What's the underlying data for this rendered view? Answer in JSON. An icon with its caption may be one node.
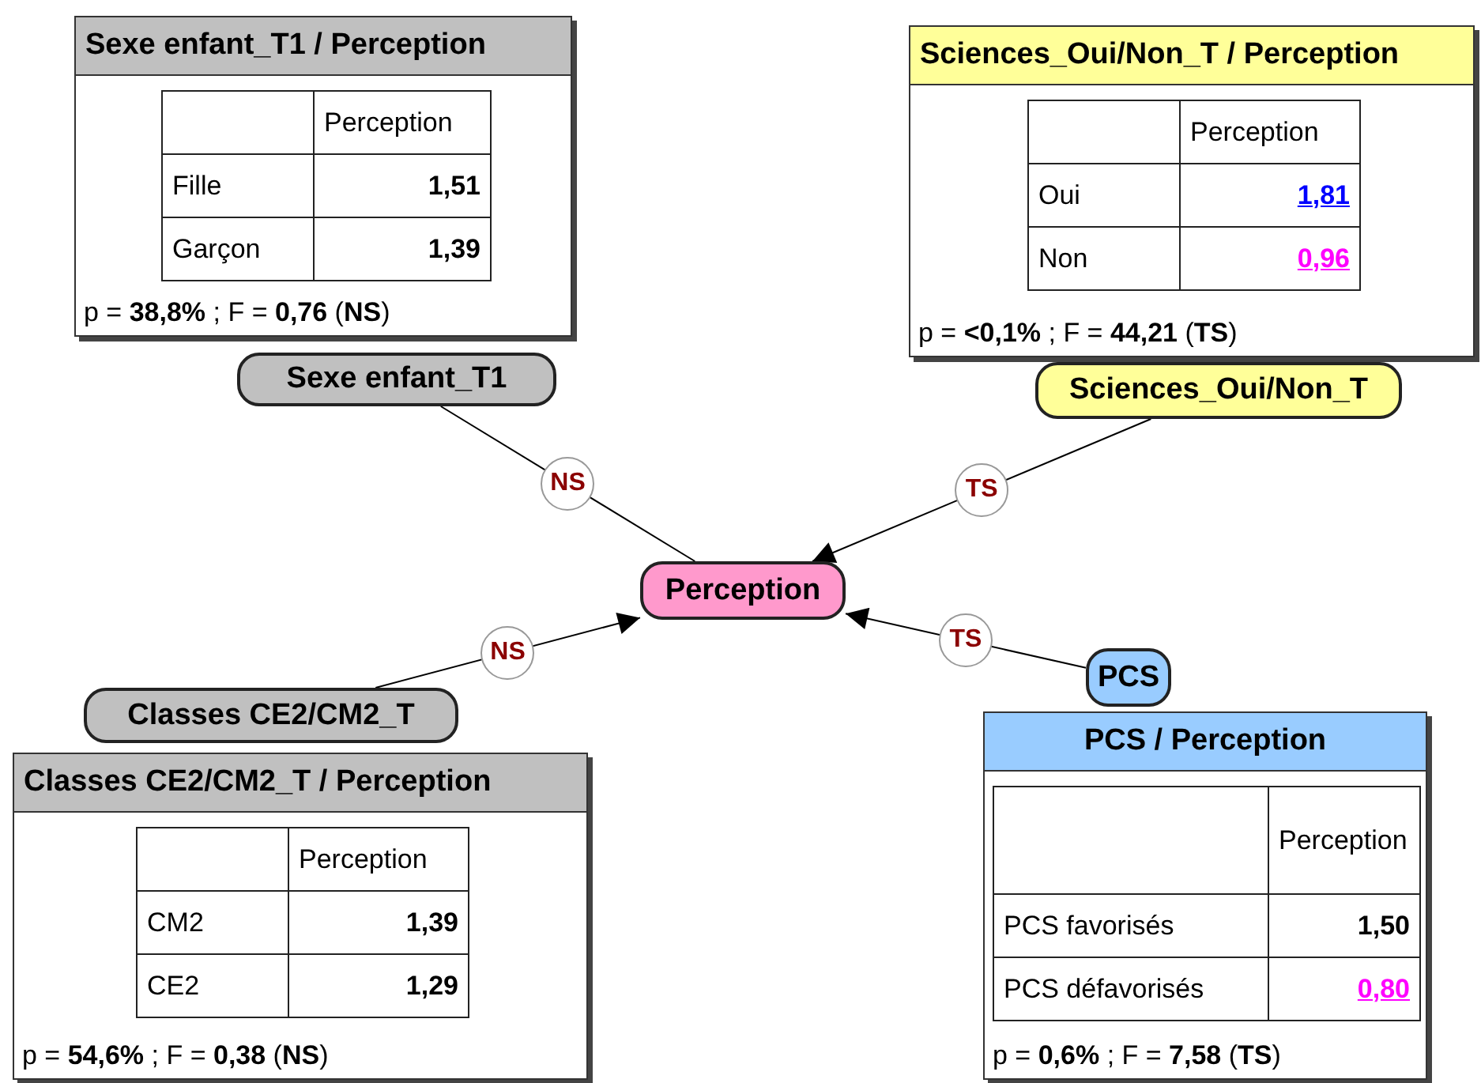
{
  "diagram": {
    "nodes": [
      {
        "text": [
          "Sexe enfant_T1 / Perception",
          "Perception",
          "Fille",
          "1,51",
          "Garçon",
          "1,39",
          "p = **38,8%** ; F = **0,76** (**NS**)"
        ]
      },
      {
        "text": [
          "Sexe enfant_T1"
        ]
      },
      {
        "text": [
          "Sciences_Oui/Non_T / Perception",
          "Perception",
          "Oui",
          "1,81",
          "Non",
          "0,96",
          "p = **<0,1%** ; F = **44,21** (**TS**)"
        ]
      },
      {
        "text": [
          "Sciences_Oui/Non_T"
        ]
      },
      {
        "text": [
          "Perception"
        ]
      },
      {
        "text": [
          "Classes CE2/CM2_T"
        ]
      },
      {
        "text": [
          "Classes CE2/CM2_T / Perception",
          "Perception",
          "CM2",
          "1,39",
          "CE2",
          "1,29",
          "p = **54,6%** ; F = **0,38** (**NS**)"
        ]
      },
      {
        "text": [
          "PCS"
        ]
      },
      {
        "text": [
          "PCS / Perception",
          "Perception",
          "PCS favorisés",
          "1,50",
          "PCS défavorisés",
          "0,80",
          "p = **0,6%** ; F = **7,58** (**TS**)"
        ]
      }
    ],
    "edges": [
      {
        "from": 1,
        "to": 4,
        "arrow": "none",
        "label": "NS"
      },
      {
        "from": 3,
        "to": 4,
        "arrow": "to",
        "label": "TS"
      },
      {
        "from": 5,
        "to": 4,
        "arrow": "to",
        "label": "NS"
      },
      {
        "from": 7,
        "to": 4,
        "arrow": "to",
        "label": "TS"
      }
    ]
  }
}
